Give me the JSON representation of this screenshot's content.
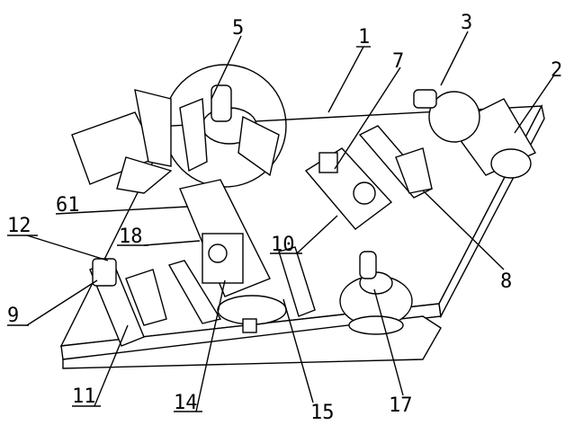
{
  "figure": {
    "labels": {
      "l5": "5",
      "l1": "1",
      "l7": "7",
      "l3": "3",
      "l2": "2",
      "l61": "61",
      "l12": "12",
      "l18": "18",
      "l10": "10",
      "l8": "8",
      "l9": "9",
      "l11": "11",
      "l14": "14",
      "l15": "15",
      "l17": "17"
    }
  }
}
